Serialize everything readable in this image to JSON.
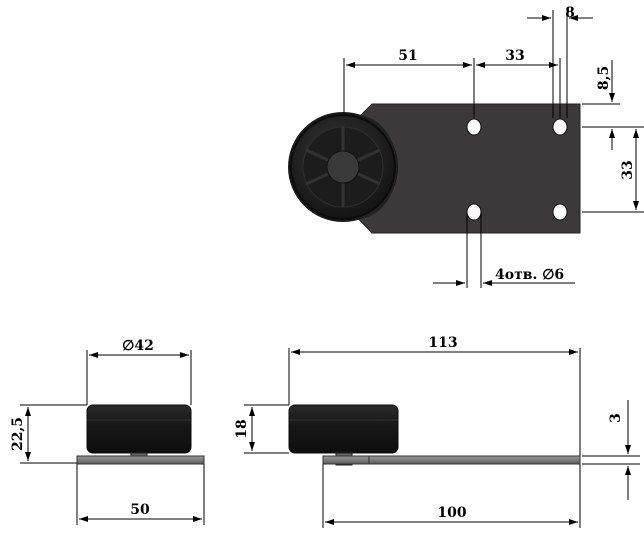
{
  "drawing": {
    "top_view": {
      "dim_51": "51",
      "dim_33_horizontal": "33",
      "dim_8": "8",
      "dim_8_5": "8,5",
      "dim_33_vertical": "33",
      "holes_note": "4отв. ∅6"
    },
    "front_view_left": {
      "dim_diameter": "∅42",
      "dim_22_5": "22,5",
      "dim_50": "50"
    },
    "front_view_right": {
      "dim_113": "113",
      "dim_18": "18",
      "dim_3": "3",
      "dim_100": "100"
    },
    "colors": {
      "plate": "#3b3939",
      "wheel": "#1e1e1e",
      "line": "#000000"
    }
  }
}
